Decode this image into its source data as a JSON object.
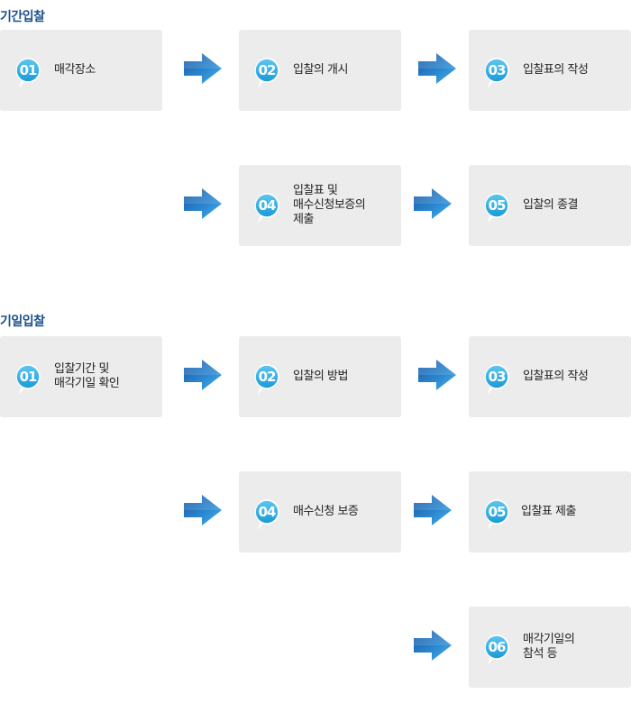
{
  "section1": {
    "title": "기간입찰",
    "steps": [
      {
        "num": "01",
        "label": "매각장소"
      },
      {
        "num": "02",
        "label": "입찰의 개시"
      },
      {
        "num": "03",
        "label": "입찰표의 작성"
      },
      {
        "num": "04",
        "label": "입찰표 및\n매수신청보증의\n제출"
      },
      {
        "num": "05",
        "label": "입찰의 종결"
      }
    ]
  },
  "section2": {
    "title": "기일입찰",
    "steps": [
      {
        "num": "01",
        "label": "입찰기간 및\n매각기일 확인"
      },
      {
        "num": "02",
        "label": "입찰의 방법"
      },
      {
        "num": "03",
        "label": "입찰표의 작성"
      },
      {
        "num": "04",
        "label": "매수신청 보증"
      },
      {
        "num": "05",
        "label": "입찰표 제출"
      },
      {
        "num": "06",
        "label": "매각기일의\n참석 등"
      }
    ]
  },
  "icons": {
    "arrow": "arrow-right-icon",
    "badge": "step-number-badge"
  },
  "colors": {
    "title": "#1b4f8c",
    "badge": "#29a8e0",
    "arrow": "#1e6fb8",
    "box": "#ececec"
  }
}
